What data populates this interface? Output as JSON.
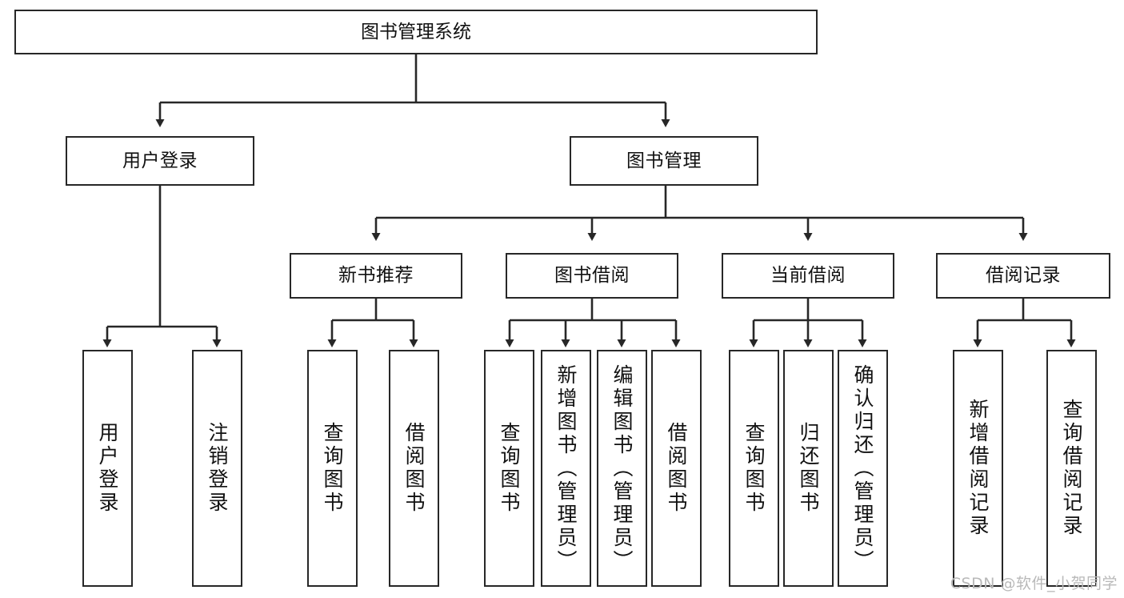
{
  "diagram": {
    "title": "图书管理系统",
    "type": "tree-hierarchy",
    "watermark": "CSDN @软件_小贺同学",
    "colors": {
      "stroke": "#272727",
      "fill": "#ffffff",
      "text": "#111111",
      "watermark": "#b9b9b9"
    },
    "levels": {
      "root": {
        "label": "图书管理系统"
      },
      "level2": [
        {
          "id": "user-login",
          "label": "用户登录"
        },
        {
          "id": "book-manage",
          "label": "图书管理"
        }
      ],
      "level3": [
        {
          "id": "new-book-recommend",
          "label": "新书推荐",
          "parent": "book-manage"
        },
        {
          "id": "book-borrow",
          "label": "图书借阅",
          "parent": "book-manage"
        },
        {
          "id": "current-borrow",
          "label": "当前借阅",
          "parent": "book-manage"
        },
        {
          "id": "borrow-record",
          "label": "借阅记录",
          "parent": "book-manage"
        }
      ],
      "leaves": [
        {
          "id": "leaf-user-login",
          "label": "用户登录",
          "parent": "user-login"
        },
        {
          "id": "leaf-logout-login",
          "label": "注销登录",
          "parent": "user-login"
        },
        {
          "id": "leaf-query-book-rec",
          "label": "查询图书",
          "parent": "new-book-recommend"
        },
        {
          "id": "leaf-borrow-book-rec",
          "label": "借阅图书",
          "parent": "new-book-recommend"
        },
        {
          "id": "leaf-query-book-borrow",
          "label": "查询图书",
          "parent": "book-borrow"
        },
        {
          "id": "leaf-add-book",
          "label": "新增图书（管理员）",
          "parent": "book-borrow"
        },
        {
          "id": "leaf-edit-book",
          "label": "编辑图书（管理员）",
          "parent": "book-borrow"
        },
        {
          "id": "leaf-borrow-book",
          "label": "借阅图书",
          "parent": "book-borrow"
        },
        {
          "id": "leaf-query-book-cur",
          "label": "查询图书",
          "parent": "current-borrow"
        },
        {
          "id": "leaf-return-book",
          "label": "归还图书",
          "parent": "current-borrow"
        },
        {
          "id": "leaf-confirm-return",
          "label": "确认归还（管理员）",
          "parent": "current-borrow"
        },
        {
          "id": "leaf-add-record",
          "label": "新增借阅记录",
          "parent": "borrow-record"
        },
        {
          "id": "leaf-query-record",
          "label": "查询借阅记录",
          "parent": "borrow-record"
        }
      ]
    }
  }
}
